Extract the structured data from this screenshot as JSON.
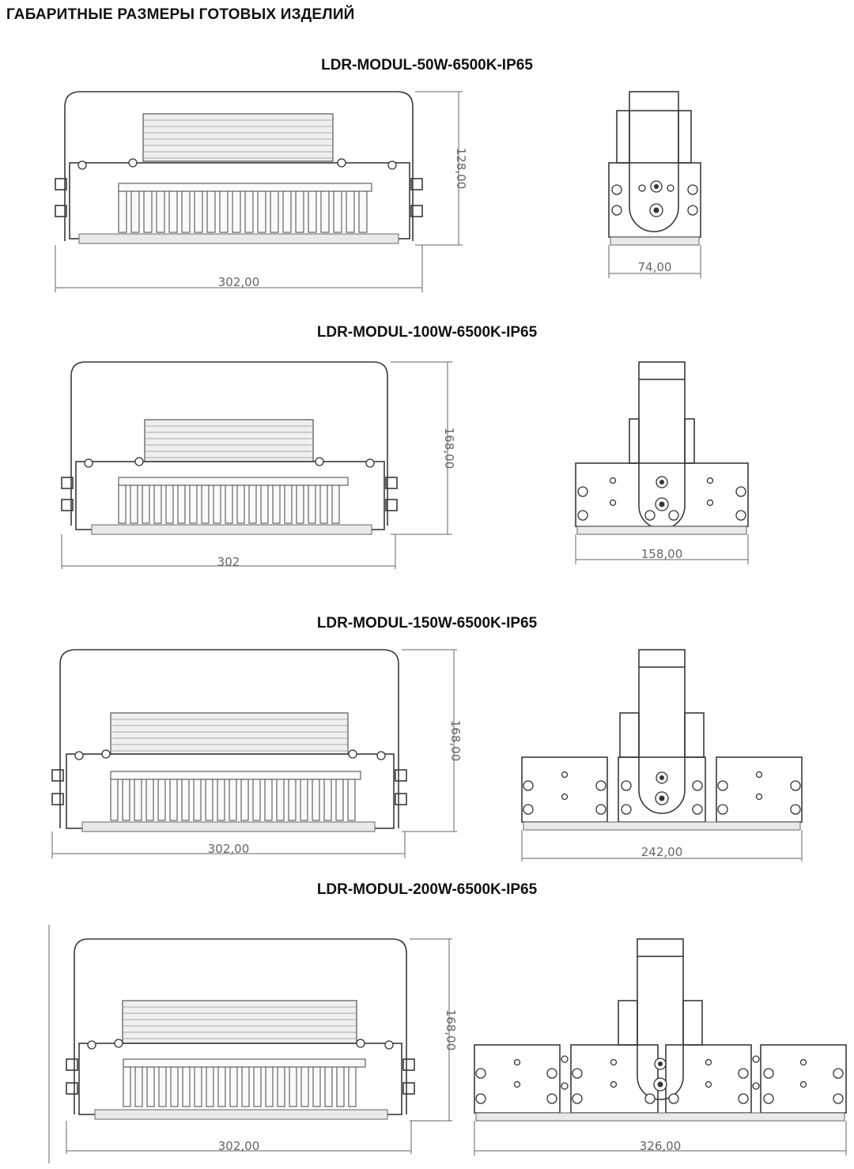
{
  "page_title": "ГАБАРИТНЫЕ РАЗМЕРЫ ГОТОВЫХ ИЗДЕЛИЙ",
  "models": [
    {
      "name": "LDR-MODUL-50W-6500K-IP65",
      "front_width": "302,00",
      "height": "128,00",
      "side_width": "74,00",
      "modules": 1
    },
    {
      "name": "LDR-MODUL-100W-6500K-IP65",
      "front_width": "302",
      "height": "168,00",
      "side_width": "158,00",
      "modules": 2
    },
    {
      "name": "LDR-MODUL-150W-6500K-IP65",
      "front_width": "302,00",
      "height": "168,00",
      "side_width": "242,00",
      "modules": 3
    },
    {
      "name": "LDR-MODUL-200W-6500K-IP65",
      "front_width": "302,00",
      "height": "168,00",
      "side_width": "326,00",
      "modules": 4
    }
  ],
  "colors": {
    "line": "#3a3a3a",
    "dimension_text": "#666666"
  }
}
